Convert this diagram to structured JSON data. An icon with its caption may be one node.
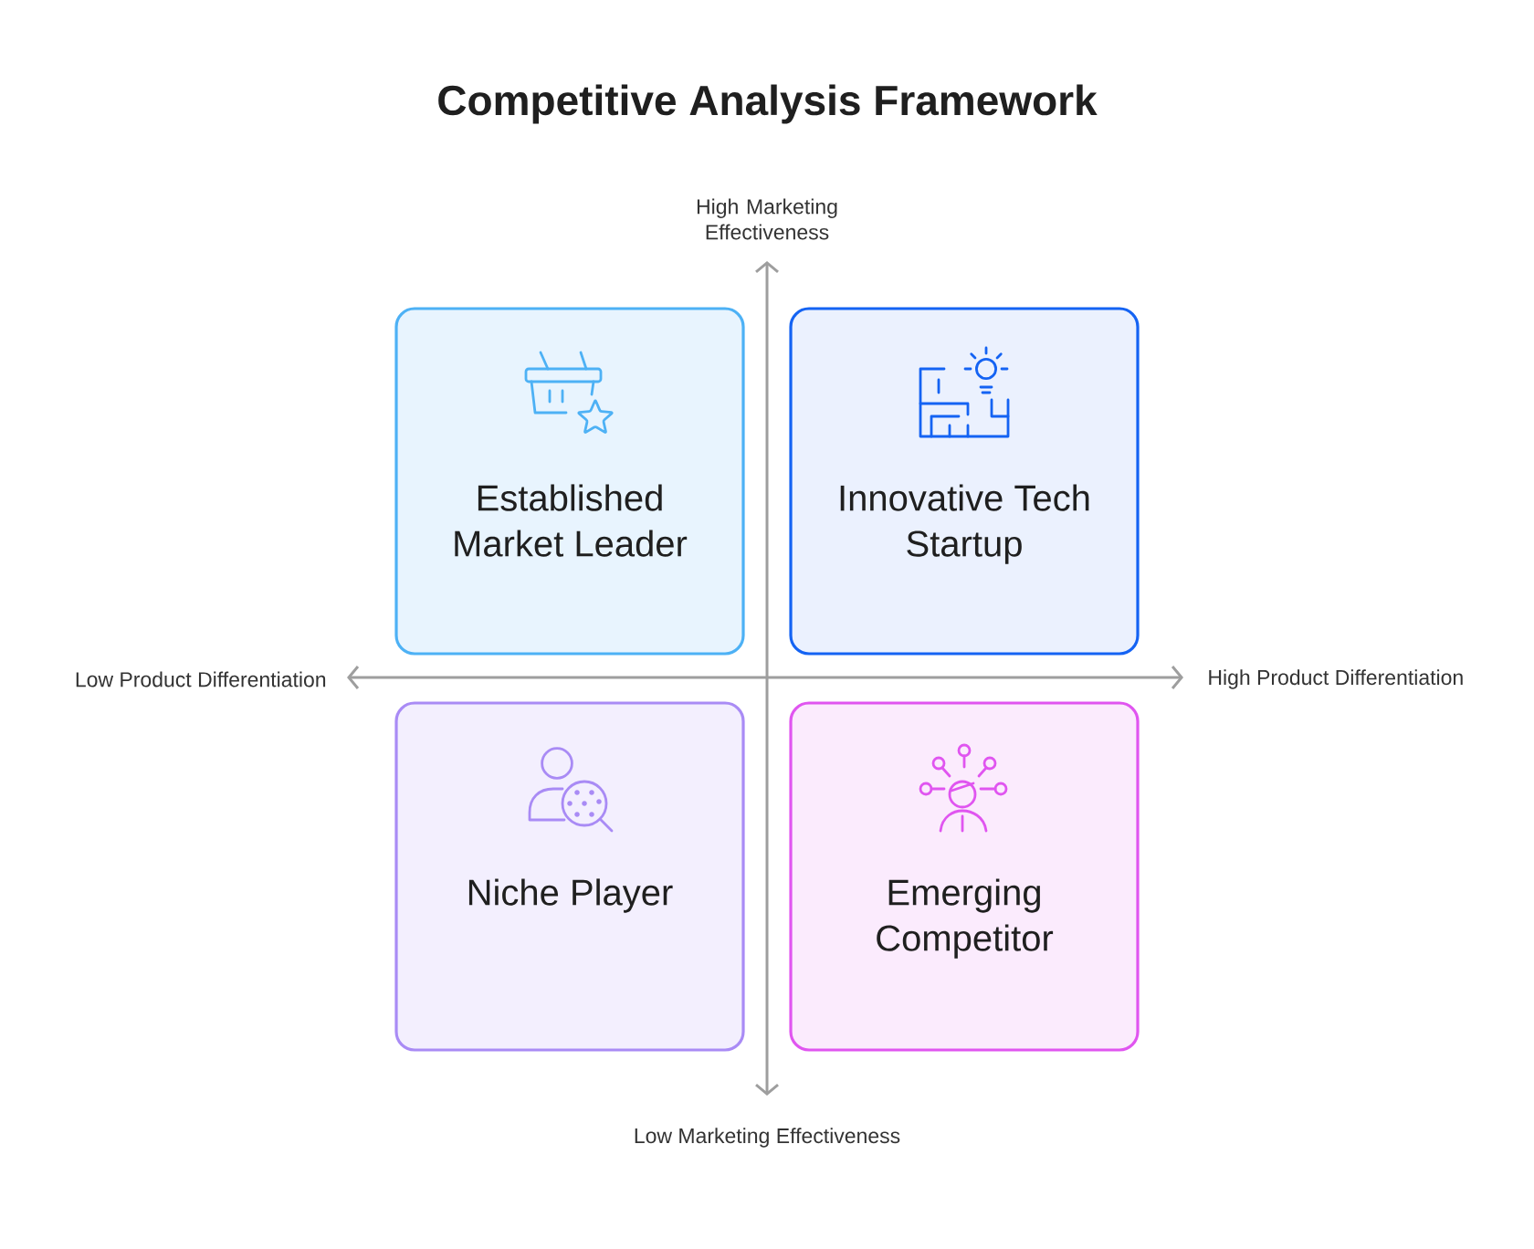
{
  "diagram": {
    "title": "Competitive Analysis Framework",
    "nodes": [
      {
        "text": [
          "Established Market Leader"
        ]
      },
      {
        "text": [
          "Innovative Tech Startup"
        ]
      },
      {
        "text": [
          "Niche Player"
        ]
      },
      {
        "text": [
          "Emerging Competitor"
        ]
      }
    ],
    "labels": [
      "High Marketing Effectiveness",
      "Low Product Differentiation",
      "High Product Differentiation",
      "Low Marketing Effectiveness"
    ]
  }
}
